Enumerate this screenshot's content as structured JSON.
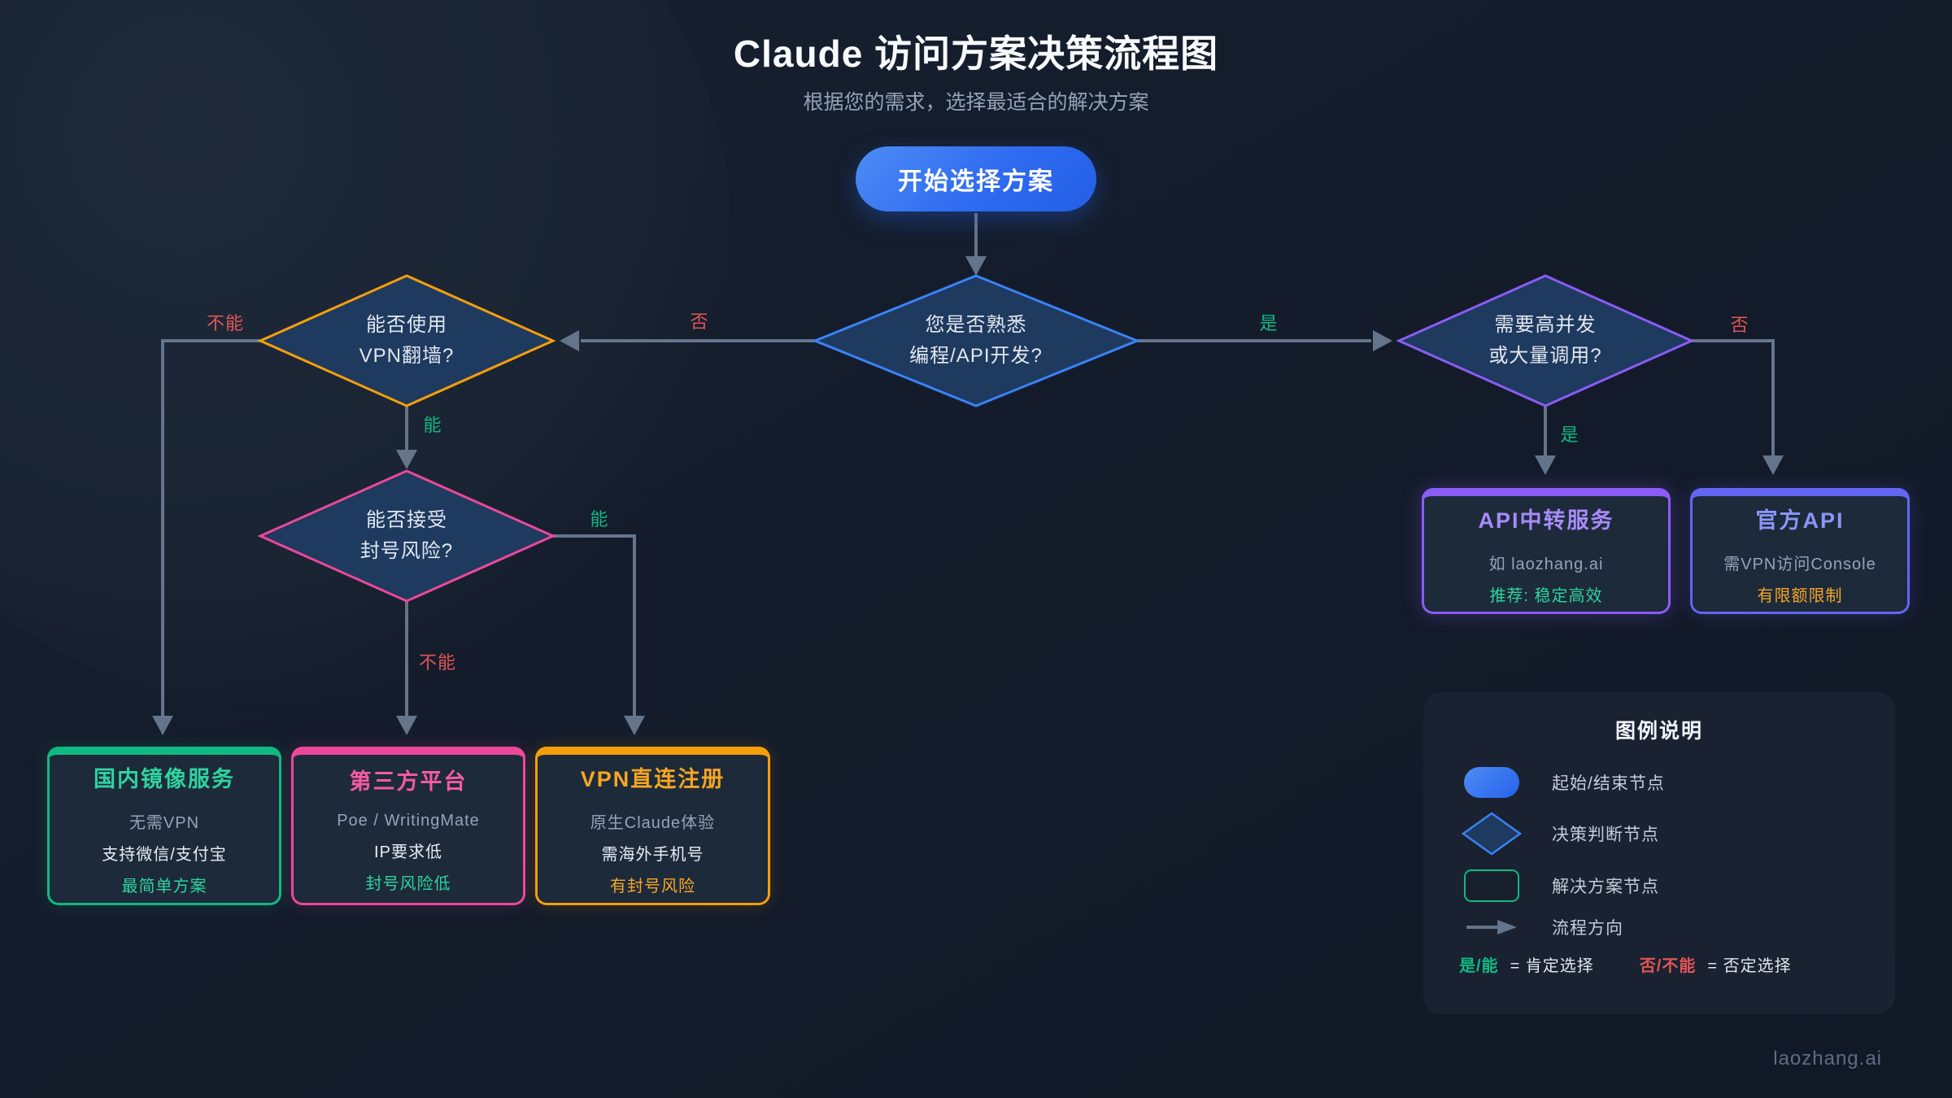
{
  "header": {
    "title": "Claude 访问方案决策流程图",
    "subtitle": "根据您的需求，选择最适合的解决方案"
  },
  "start": {
    "label": "开始选择方案"
  },
  "decisions": {
    "main": {
      "line1": "您是否熟悉",
      "line2": "编程/API开发?"
    },
    "vpn": {
      "line1": "能否使用",
      "line2": "VPN翻墙?"
    },
    "risk": {
      "line1": "能否接受",
      "line2": "封号风险?"
    },
    "concurrency": {
      "line1": "需要高并发",
      "line2": "或大量调用?"
    }
  },
  "edges": {
    "main_no": "否",
    "main_yes": "是",
    "vpn_cannot": "不能",
    "vpn_can": "能",
    "risk_cannot": "不能",
    "risk_can": "能",
    "conc_yes": "是",
    "conc_no": "否"
  },
  "solutions": {
    "mirror": {
      "title": "国内镜像服务",
      "line1": "无需VPN",
      "line2": "支持微信/支付宝",
      "line3": "最简单方案",
      "accent": "#10b981"
    },
    "third_party": {
      "title": "第三方平台",
      "line1": "Poe / WritingMate",
      "line2": "IP要求低",
      "line3": "封号风险低",
      "accent": "#ec4899"
    },
    "vpn_direct": {
      "title": "VPN直连注册",
      "line1": "原生Claude体验",
      "line2": "需海外手机号",
      "line3": "有封号风险",
      "accent": "#f59e0b"
    },
    "api_relay": {
      "title": "API中转服务",
      "line1": "如 laozhang.ai",
      "line2": "推荐: 稳定高效",
      "accent": "#8b5cf6"
    },
    "official": {
      "title": "官方API",
      "line1": "需VPN访问Console",
      "line2": "有限额限制",
      "accent": "#6366f1"
    }
  },
  "legend": {
    "title": "图例说明",
    "items": [
      {
        "label": "起始/结束节点"
      },
      {
        "label": "决策判断节点"
      },
      {
        "label": "解决方案节点"
      },
      {
        "label": "流程方向"
      }
    ],
    "note": {
      "yes_key": "是/能",
      "yes_desc": "= 肯定选择",
      "no_key": "否/不能",
      "no_desc": "= 否定选择"
    }
  },
  "watermark": "laozhang.ai",
  "colors": {
    "background": "#141c2b",
    "node_fill": "#1e3a5f",
    "connector": "#64748b",
    "start_blue": "#2f6bf0",
    "decision_blue": "#3b82f6",
    "orange": "#f59e0b",
    "pink": "#ec4899",
    "purple": "#8b5cf6",
    "indigo": "#6366f1",
    "green": "#10b981",
    "red": "#ef4444"
  }
}
